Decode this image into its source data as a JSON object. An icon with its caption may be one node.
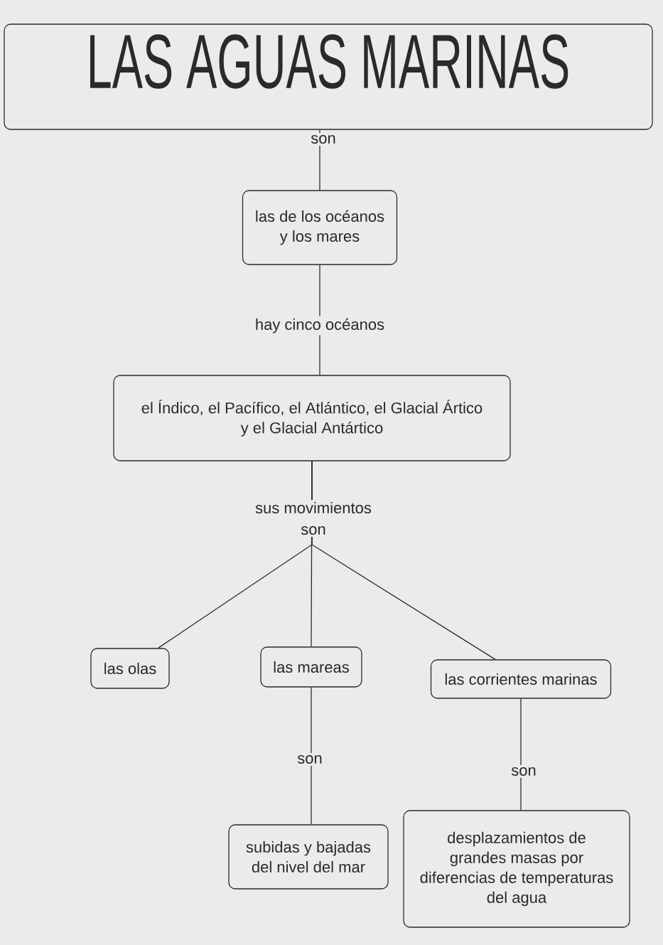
{
  "diagram": {
    "nodes": [
      {
        "text": [
          "LAS AGUAS MARINAS"
        ]
      },
      {
        "text": [
          "las de los océanos y los mares"
        ]
      },
      {
        "text": [
          "el Índico, el Pacífico, el Atlántico, el Glacial Ártico y el Glacial Antártico"
        ]
      },
      {
        "text": [
          "las olas"
        ]
      },
      {
        "text": [
          "las mareas"
        ]
      },
      {
        "text": [
          "las corrientes marinas"
        ]
      },
      {
        "text": [
          "subidas y bajadas del nivel del mar"
        ]
      },
      {
        "text": [
          "desplazamientos de grandes masas por diferencias de temperaturas del agua"
        ]
      }
    ],
    "edges": [
      {
        "from": 0,
        "to": 1,
        "arrow": "none",
        "label": "son"
      },
      {
        "from": 1,
        "to": 2,
        "arrow": "none",
        "label": "hay cinco océanos"
      },
      {
        "from": 2,
        "to": 3,
        "arrow": "none"
      },
      {
        "from": 2,
        "to": 4,
        "arrow": "none",
        "label": "sus movimientos son"
      },
      {
        "from": 2,
        "to": 5,
        "arrow": "none"
      },
      {
        "from": 4,
        "to": 6,
        "arrow": "none",
        "label": "son"
      },
      {
        "from": 5,
        "to": 7,
        "arrow": "none",
        "label": "son"
      }
    ]
  }
}
